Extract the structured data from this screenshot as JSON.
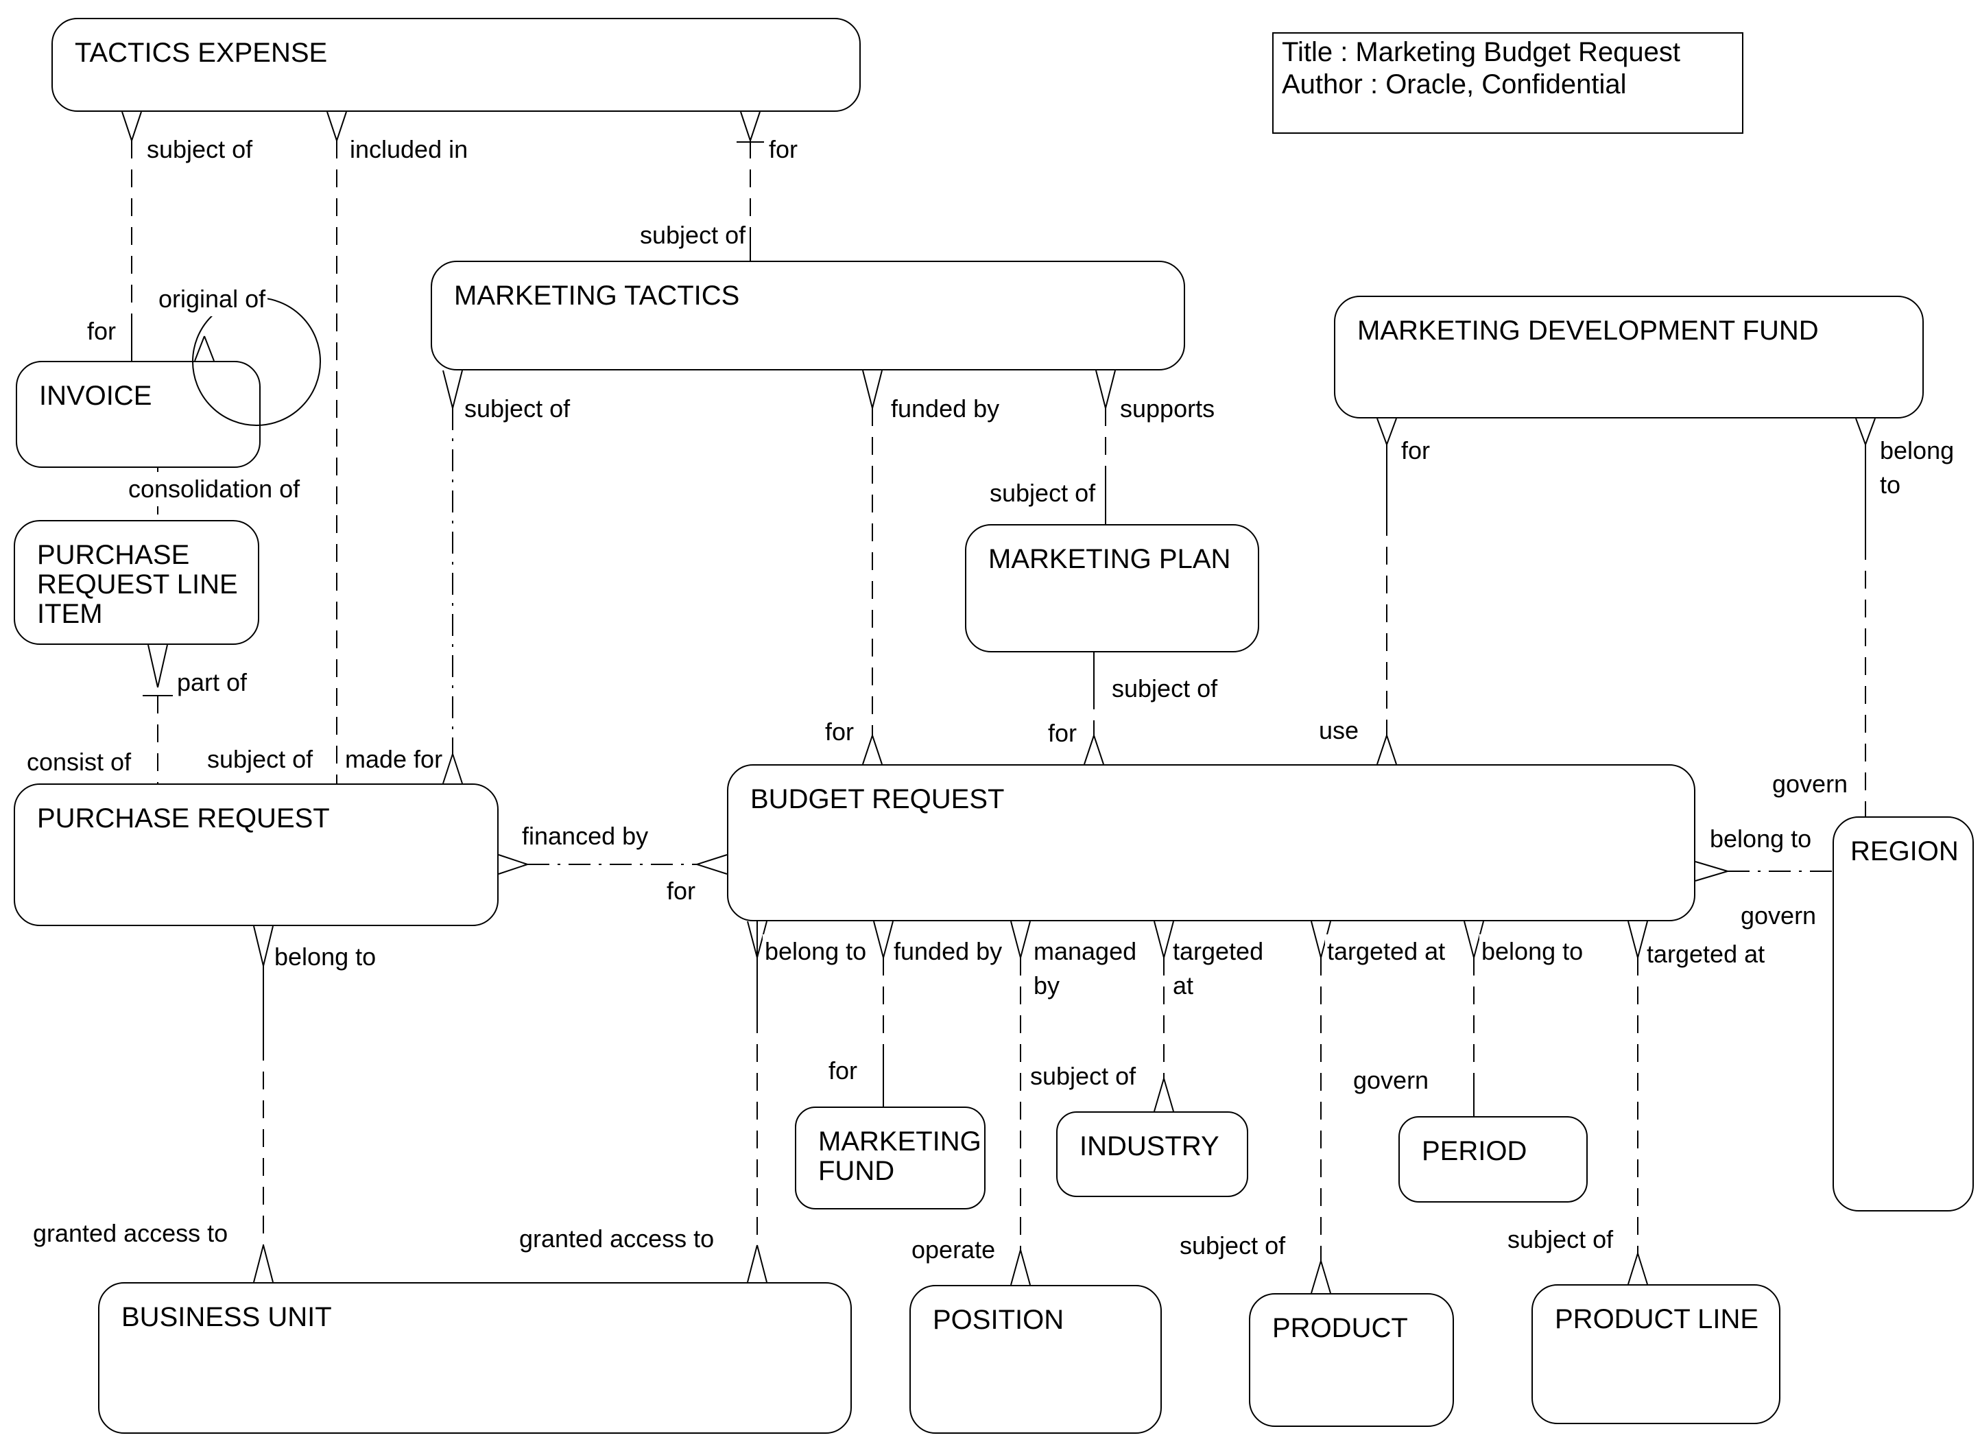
{
  "diagram": {
    "colors": {
      "stroke": "#000000",
      "background": "#ffffff",
      "text": "#000000"
    },
    "title_box": {
      "title_line": "Title : Marketing Budget Request",
      "author_line": "Author : Oracle, Confidential"
    },
    "entities": [
      {
        "id": "tactics-expense",
        "label": "TACTICS EXPENSE"
      },
      {
        "id": "marketing-tactics",
        "label": "MARKETING TACTICS"
      },
      {
        "id": "marketing-development-fund",
        "label": "MARKETING DEVELOPMENT FUND"
      },
      {
        "id": "invoice",
        "label": "INVOICE"
      },
      {
        "id": "marketing-plan",
        "label": "MARKETING PLAN"
      },
      {
        "id": "purchase-request-line-item",
        "label": "PURCHASE\nREQUEST LINE\nITEM"
      },
      {
        "id": "purchase-request",
        "label": "PURCHASE REQUEST"
      },
      {
        "id": "budget-request",
        "label": "BUDGET REQUEST"
      },
      {
        "id": "region",
        "label": "REGION"
      },
      {
        "id": "marketing-fund",
        "label": "MARKETING\nFUND"
      },
      {
        "id": "industry",
        "label": "INDUSTRY"
      },
      {
        "id": "period",
        "label": "PERIOD"
      },
      {
        "id": "business-unit",
        "label": "BUSINESS UNIT"
      },
      {
        "id": "position",
        "label": "POSITION"
      },
      {
        "id": "product",
        "label": "PRODUCT"
      },
      {
        "id": "product-line",
        "label": "PRODUCT LINE"
      }
    ],
    "labels": [
      {
        "text": "subject of"
      },
      {
        "text": "included in"
      },
      {
        "text": "for"
      },
      {
        "text": "subject of"
      },
      {
        "text": "original of"
      },
      {
        "text": "for"
      },
      {
        "text": "consolidation of"
      },
      {
        "text": "subject of"
      },
      {
        "text": "funded by"
      },
      {
        "text": "supports"
      },
      {
        "text": "subject of"
      },
      {
        "text": "part of"
      },
      {
        "text": "subject of"
      },
      {
        "text": "consist of"
      },
      {
        "text": "subject of"
      },
      {
        "text": "made for"
      },
      {
        "text": "for"
      },
      {
        "text": "for"
      },
      {
        "text": "use"
      },
      {
        "text": "financed by"
      },
      {
        "text": "for"
      },
      {
        "text": "belong to"
      },
      {
        "text": "govern"
      },
      {
        "text": "govern"
      },
      {
        "text": "for"
      },
      {
        "text": "belong to"
      },
      {
        "text": "belong to"
      },
      {
        "text": "funded by"
      },
      {
        "text": "managed\nby"
      },
      {
        "text": "targeted\nat"
      },
      {
        "text": "targeted at"
      },
      {
        "text": "belong to"
      },
      {
        "text": "targeted at"
      },
      {
        "text": "granted access to"
      },
      {
        "text": "granted access to"
      },
      {
        "text": "for"
      },
      {
        "text": "operate"
      },
      {
        "text": "subject of"
      },
      {
        "text": "govern"
      },
      {
        "text": "subject of"
      },
      {
        "text": "subject of"
      },
      {
        "text": "belong to"
      }
    ]
  }
}
